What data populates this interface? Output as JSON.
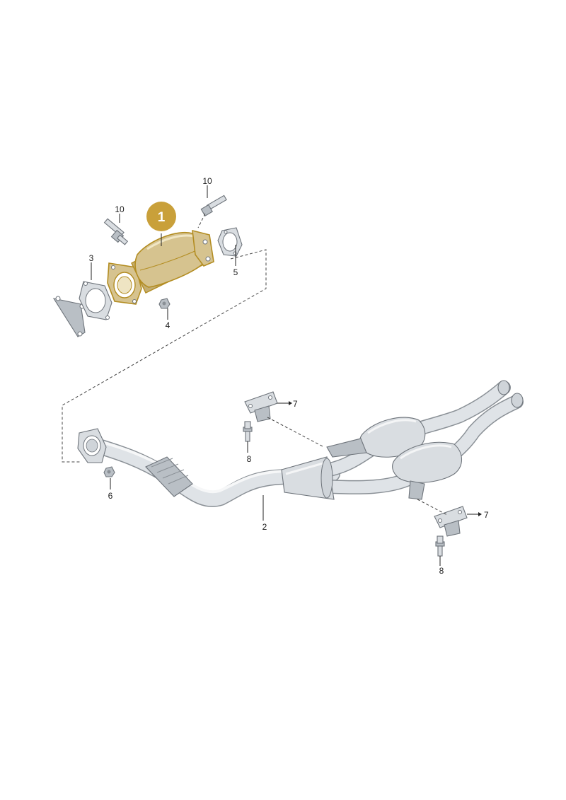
{
  "colors": {
    "highlight_fill": "#d6c38f",
    "highlight_stroke": "#b38d22",
    "badge": "#c9a03a",
    "metal": "#d9dde1"
  },
  "badge": {
    "label": "1"
  },
  "callouts": {
    "sensor_top": "10",
    "sensor_left": "10",
    "gasket_left": "3",
    "gasket_right": "5",
    "nut_cat": "4",
    "pipe": "2",
    "nut_flange": "6",
    "bracket_top": "7",
    "bolt_top": "8",
    "bracket_bottom": "7",
    "bolt_bottom": "8"
  }
}
